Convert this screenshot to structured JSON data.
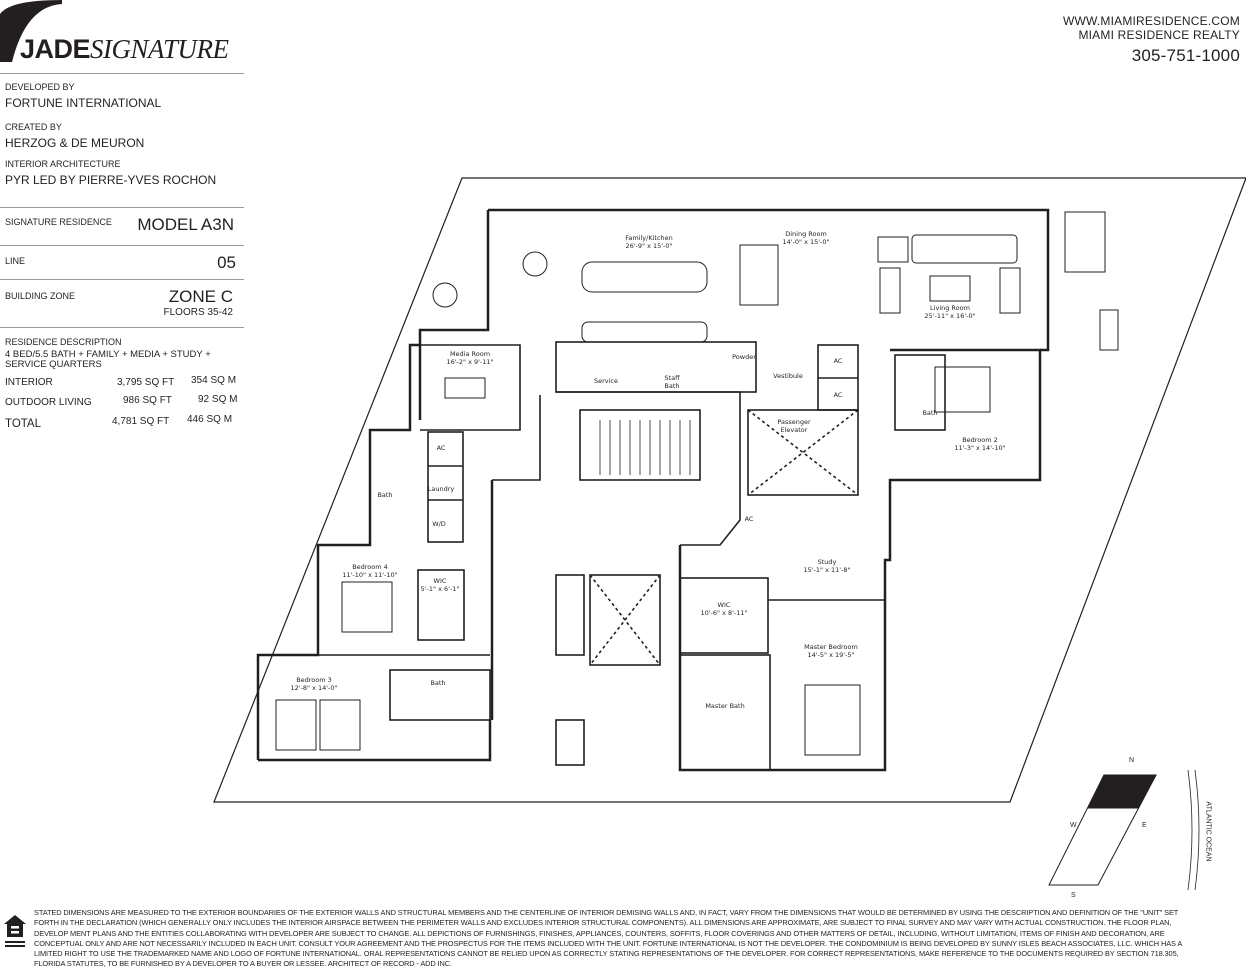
{
  "brand": {
    "logo_bold": "JADE",
    "logo_italic": "SIGNATURE"
  },
  "header": {
    "website": "WWW.MIAMIRESIDENCE.COM",
    "realty": "MIAMI RESIDENCE REALTY",
    "phone": "305-751-1000"
  },
  "credits": {
    "developed_by_label": "DEVELOPED BY",
    "developed_by": "FORTUNE INTERNATIONAL",
    "created_by_label": "CREATED BY",
    "created_by": "HERZOG & DE MEURON",
    "interior_label": "INTERIOR ARCHITECTURE",
    "interior": "PYR LED BY PIERRE-YVES ROCHON"
  },
  "specs": {
    "residence_label": "SIGNATURE RESIDENCE",
    "model": "MODEL A3N",
    "line_label": "LINE",
    "line": "05",
    "zone_label": "BUILDING ZONE",
    "zone": "ZONE C",
    "floors": "FLOORS  35-42",
    "description_label": "RESIDENCE DESCRIPTION",
    "description": "4 BED/5.5 BATH + FAMILY + MEDIA + STUDY + SERVICE  QUARTERS",
    "areas": [
      {
        "label": "INTERIOR",
        "sqft": "3,795 SQ FT",
        "sqm": "354 SQ M"
      },
      {
        "label": "OUTDOOR LIVING",
        "sqft": "986 SQ FT",
        "sqm": "92 SQ M"
      },
      {
        "label": "TOTAL",
        "sqft": "4,781 SQ FT",
        "sqm": "446 SQ M"
      }
    ]
  },
  "rooms": {
    "family_kitchen": {
      "name": "Family/Kitchen",
      "dims": "26'-9\" x 15'-0\""
    },
    "dining": {
      "name": "Dining Room",
      "dims": "14'-0\" x 15'-0\""
    },
    "living": {
      "name": "Living Room",
      "dims": "25'-11\" x 16'-0\""
    },
    "media": {
      "name": "Media  Room",
      "dims": "16'-2\" x 9'-11\""
    },
    "service": {
      "name": "Service"
    },
    "staff_bath": {
      "name": "Staff",
      "name2": "Bath"
    },
    "powder": {
      "name": "Powder"
    },
    "vestibule": {
      "name": "Vestibule"
    },
    "ac1": {
      "name": "AC"
    },
    "ac2": {
      "name": "AC"
    },
    "elevator": {
      "name": "Passenger",
      "name2": "Elevator"
    },
    "bath_bed2": {
      "name": "Bath"
    },
    "bedroom2": {
      "name": "Bedroom 2",
      "dims": "11'-3\" x 14'-10\""
    },
    "ac3": {
      "name": "AC"
    },
    "bath_bed4": {
      "name": "Bath"
    },
    "laundry": {
      "name": "Laundry"
    },
    "wd": {
      "name": "W/D"
    },
    "bedroom4": {
      "name": "Bedroom 4",
      "dims": "11'-10\" x 11'-10\""
    },
    "wic_bed4": {
      "name": "WIC",
      "dims": "5'-1\" x 6'-1\""
    },
    "ac4": {
      "name": "AC"
    },
    "study": {
      "name": "Study",
      "dims": "15'-1\" x 11'-8\""
    },
    "wic_master": {
      "name": "WIC",
      "dims": "10'-6\" x 8'-11\""
    },
    "master_bedroom": {
      "name": "Master Bedroom",
      "dims": "14'-5\" x 19'-5\""
    },
    "bedroom3": {
      "name": "Bedroom 3",
      "dims": "12'-8\" x 14'-0\""
    },
    "bath_bed3": {
      "name": "Bath"
    },
    "master_bath": {
      "name": "Master Bath"
    }
  },
  "compass": {
    "n": "N",
    "s": "S",
    "e": "E",
    "w": "W",
    "ocean": "ATLANTIC OCEAN"
  },
  "disclaimer": "STATED DIMENSIONS ARE MEASURED TO THE EXTERIOR BOUNDARIES OF THE EXTERIOR WALLS AND STRUCTURAL MEMBERS AND THE CENTERLINE OF INTERIOR DEMISING WALLS AND, IN FACT, VARY FROM THE DIMENSIONS THAT WOULD BE DETERMINED BY USING THE DESCRIPTION AND DEFINITION OF THE \"UNIT\" SET FORTH IN THE DECLARATION (WHICH GENERALLY ONLY INCLUDES THE INTERIOR AIRSPACE BETWEEN THE PERIMETER WALLS AND EXCLUDES INTERIOR STRUCTURAL COMPONENTS). ALL DIMENSIONS ARE APPROXIMATE, ARE SUBJECT TO FINAL SURVEY AND MAY VARY WITH ACTUAL CONSTRUCTION.  THE FLOOR PLAN, DEVELOP MENT PLANS AND THE ENTITIES COLLABORATING WITH DEVELOPER ARE SUBJECT TO CHANGE. ALL DEPICTIONS OF FURNISHINGS, FINISHES, APPLIANCES, COUNTERS, SOFFITS, FLOOR COVERINGS AND OTHER MATTERS OF DETAIL, INCLUDING, WITHOUT LIMITATION, ITEMS OF FINISH AND DECORATION, ARE CONCEPTUAL ONLY AND ARE NOT NECESSARILY INCLUDED IN EACH UNIT.  CONSULT YOUR AGREEMENT AND THE PROSPECTUS FOR THE ITEMS INCLUDED WITH THE UNIT. FORTUNE INTERNATIONAL IS NOT THE DEVELOPER.  THE CONDOMINIUM IS BEING DEVELOPED BY SUNNY ISLES BEACH ASSOCIATES, LLC. WHICH HAS A LIMITED RIGHT TO USE THE TRADEMARKED NAME AND LOGO OF FORTUNE INTERNATIONAL. ORAL REPRESENTATIONS CANNOT BE RELIED UPON AS CORRECTLY STATING REPRESENTATIONS OF THE DEVELOPER.  FOR CORRECT REPRESENTATIONS, MAKE REFERENCE TO THE DOCUMENTS REQUIRED BY SECTION 718.305, FLORIDA STATUTES, TO BE FURNISHED BY A DEVELOPER TO A BUYER OR LESSEE. ARCHITECT OF RECORD - ADD INC."
}
